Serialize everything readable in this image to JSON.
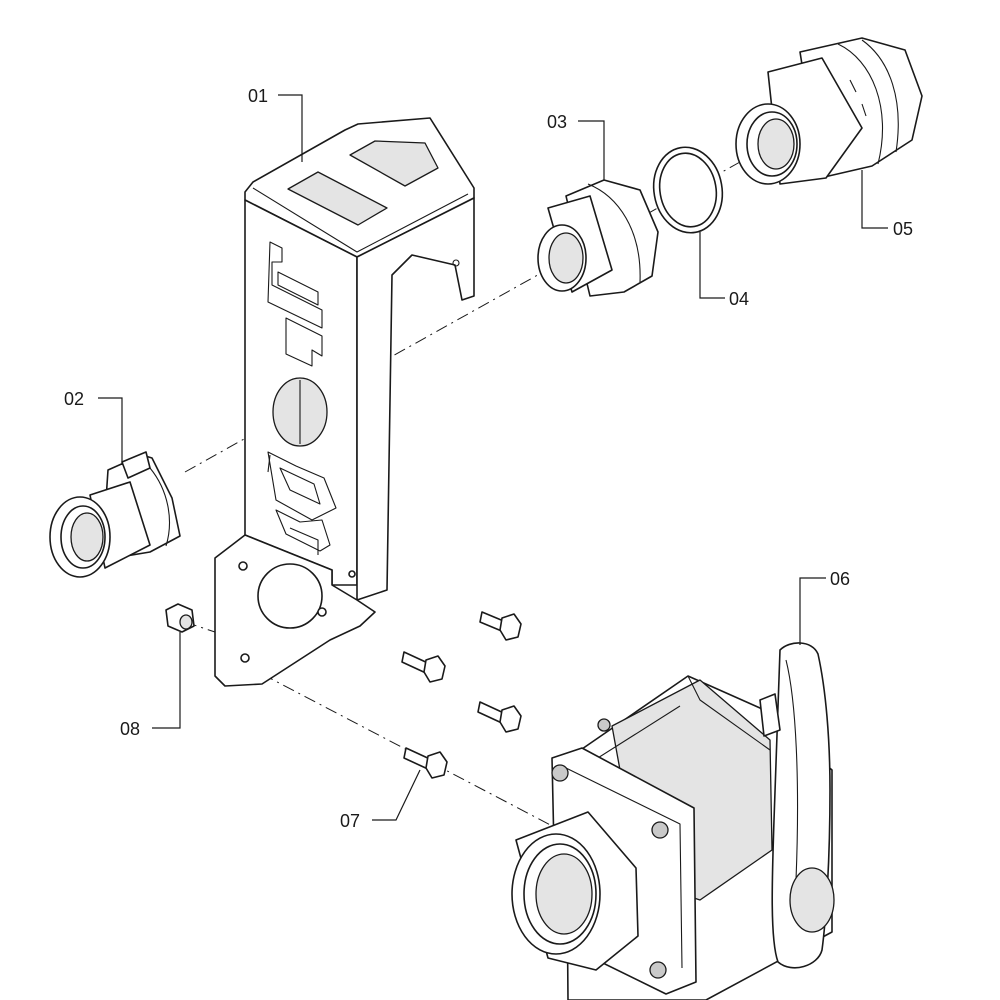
{
  "callouts": {
    "c01": "01",
    "c02": "02",
    "c03": "03",
    "c04": "04",
    "c05": "05",
    "c06": "06",
    "c07": "07",
    "c08": "08"
  }
}
